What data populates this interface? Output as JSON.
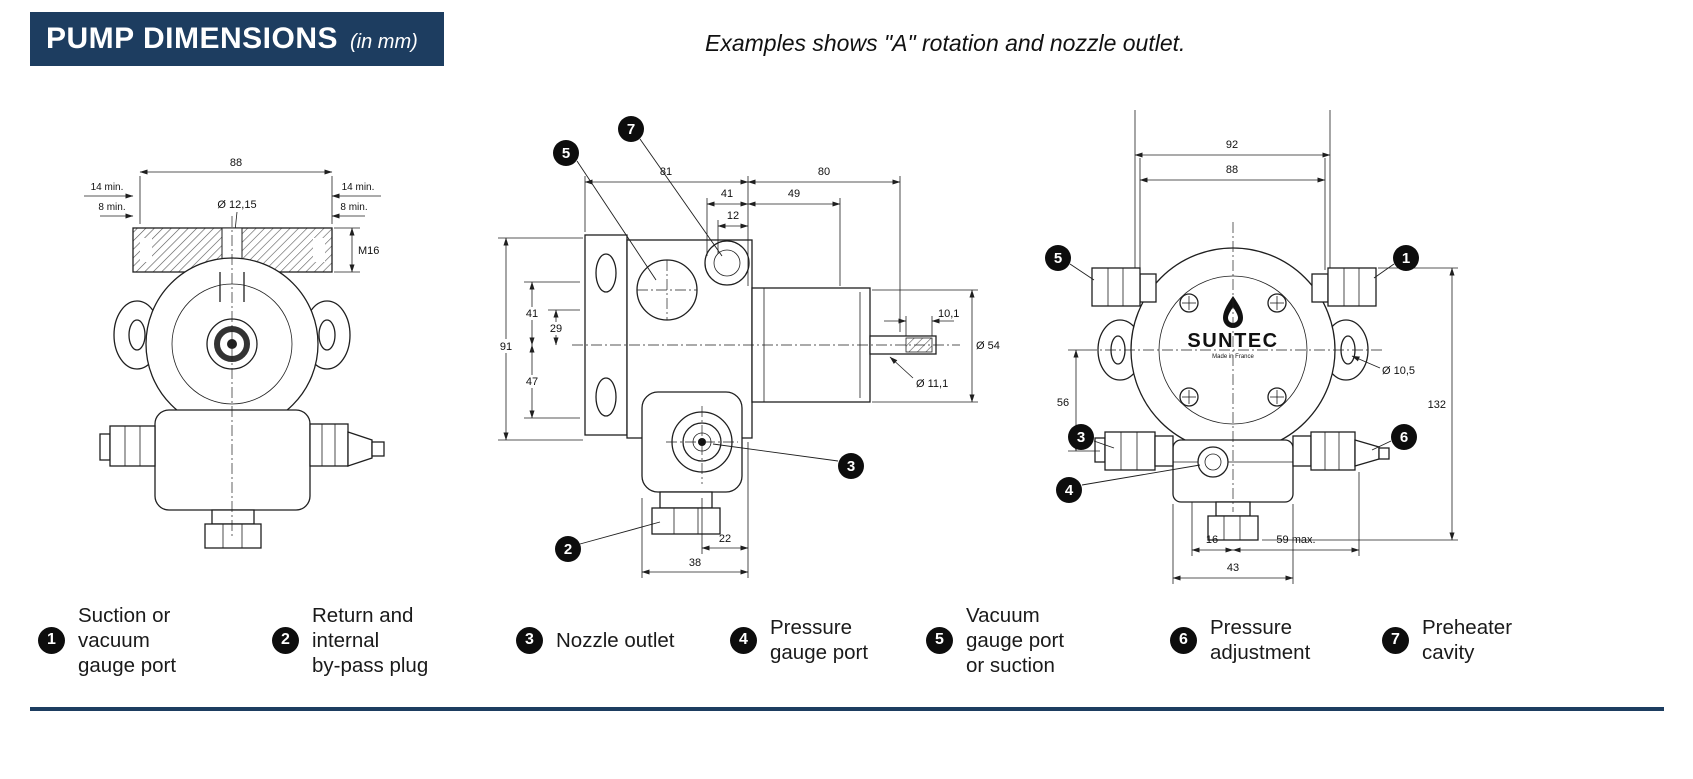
{
  "header": {
    "title": "PUMP DIMENSIONS",
    "unit_note": "(in mm)",
    "example_note": "Examples shows \"A\" rotation and nozzle outlet."
  },
  "colors": {
    "accent": "#1d3d60",
    "line": "#1f1f1f",
    "callout_bg": "#0d0d0d"
  },
  "views": {
    "front": {
      "dims": {
        "width": "88",
        "left_14": "14 min.",
        "left_8": "8 min.",
        "shaft_dia": "Ø 12,15",
        "right_14": "14 min.",
        "right_8": "8 min.",
        "thread": "M16"
      }
    },
    "side": {
      "dims": {
        "top_81": "81",
        "top_80": "80",
        "top_41": "41",
        "top_49": "49",
        "top_12": "12",
        "left_91": "91",
        "left_41": "41",
        "left_29": "29",
        "left_47": "47",
        "shaft_10_1": "10,1",
        "dia_54": "Ø 54",
        "dia_11_1": "Ø 11,1",
        "bottom_22": "22",
        "bottom_38": "38"
      },
      "callouts": {
        "c5": "5",
        "c7": "7",
        "c3": "3",
        "c2": "2"
      }
    },
    "rear": {
      "logo": {
        "brand": "SUNTEC",
        "tagline": "Made in France"
      },
      "dims": {
        "top_92": "92",
        "top_88": "88",
        "left_56": "56",
        "hole_dia": "Ø 10,5",
        "height_132": "132",
        "bottom_16": "16",
        "bottom_59": "59 max.",
        "bottom_43": "43"
      },
      "callouts": {
        "c5": "5",
        "c1": "1",
        "c3": "3",
        "c4": "4",
        "c6": "6"
      }
    }
  },
  "legend": [
    {
      "num": "1",
      "label": "Suction or\nvacuum\ngauge port"
    },
    {
      "num": "2",
      "label": "Return and\ninternal\nby-pass plug"
    },
    {
      "num": "3",
      "label": "Nozzle outlet"
    },
    {
      "num": "4",
      "label": "Pressure\ngauge port"
    },
    {
      "num": "5",
      "label": "Vacuum\ngauge port\nor suction"
    },
    {
      "num": "6",
      "label": "Pressure\nadjustment"
    },
    {
      "num": "7",
      "label": "Preheater\ncavity"
    }
  ]
}
